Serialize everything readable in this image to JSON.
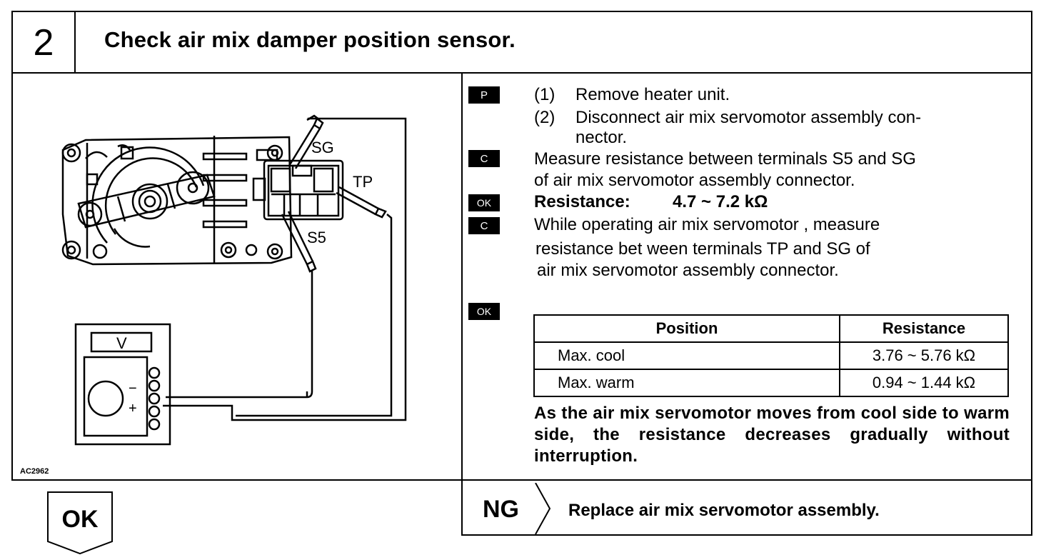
{
  "step": {
    "number": "2",
    "title": "Check air mix damper position sensor."
  },
  "diagram": {
    "labels": {
      "sg": "SG",
      "tp": "TP",
      "s5": "S5",
      "meter": "V",
      "minus": "−",
      "plus": "+"
    },
    "figure_code": "AC2962"
  },
  "procedure": {
    "tag_p": "P",
    "step1_num": "(1)",
    "step1_text": "Remove heater unit.",
    "step2_num": "(2)",
    "step2_line1": "Disconnect air mix servomotor assembly con-",
    "step2_line2": "nector.",
    "tag_c1": "C",
    "check1_line1": "Measure resistance between terminals S5 and SG",
    "check1_line2": "of air mix servomotor assembly connector.",
    "tag_ok1": "OK",
    "resistance_label": "Resistance:",
    "resistance_value": "4.7 ~ 7.2 kΩ",
    "tag_c2": "C",
    "check2_line1": "While operating air mix servomotor , measure",
    "check2_line2": "resistance bet ween terminals TP and SG of",
    "check2_line3": "air mix servomotor  assembly connector.",
    "tag_ok2": "OK"
  },
  "table": {
    "headers": [
      "Position",
      "Resistance"
    ],
    "rows": [
      {
        "position": "Max. cool",
        "resistance": "3.76 ~ 5.76 kΩ"
      },
      {
        "position": "Max. warm",
        "resistance": "0.94 ~ 1.44 kΩ"
      }
    ]
  },
  "summary": "As the air mix servomotor moves from cool side to warm side, the resistance decreases gradually without interruption.",
  "ng": {
    "label": "NG",
    "action": "Replace air mix servomotor assembly."
  },
  "ok_flow": {
    "label": "OK"
  }
}
